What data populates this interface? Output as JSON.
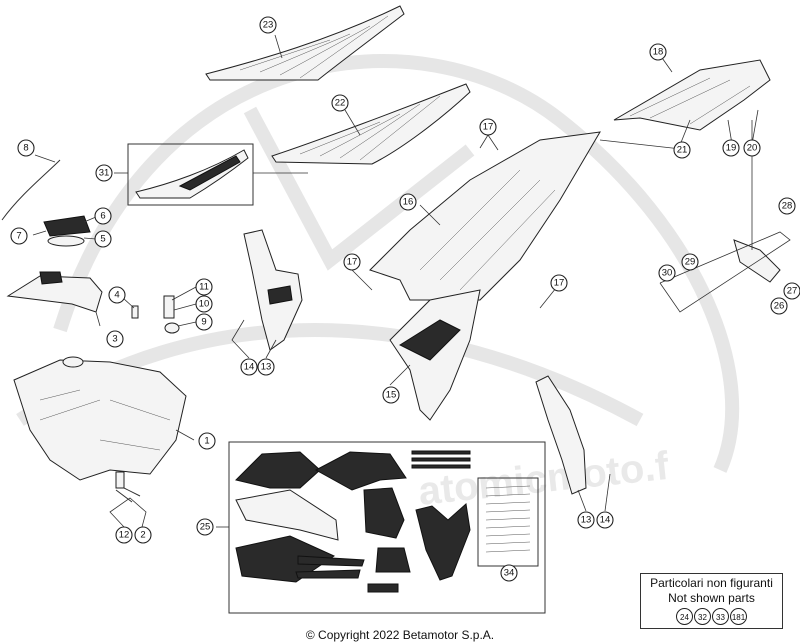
{
  "diagram": {
    "callouts": [
      "23",
      "22",
      "31",
      "18",
      "21",
      "19",
      "20",
      "17",
      "8",
      "6",
      "7",
      "5",
      "16",
      "17",
      "17",
      "28",
      "29",
      "30",
      "26",
      "27",
      "11",
      "10",
      "9",
      "4",
      "3",
      "14",
      "13",
      "15",
      "1",
      "25",
      "34",
      "13",
      "14",
      "12",
      "2"
    ],
    "not_shown": {
      "title_it": "Particolari non figuranti",
      "title_en": "Not shown parts",
      "refs": [
        "24",
        "32",
        "33",
        "181"
      ]
    },
    "copyright": "© Copyright 2022 Betamotor S.p.A."
  }
}
